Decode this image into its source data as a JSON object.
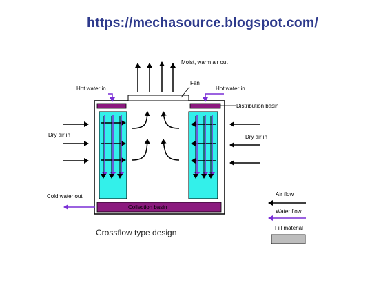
{
  "header": {
    "url": "https://mechasource.blogspot.com/"
  },
  "diagram": {
    "labels": {
      "moist_air_out": "Moist, warm air out",
      "fan": "Fan",
      "hot_water_in_left": "Hot water in",
      "hot_water_in_right": "Hot water in",
      "distribution_basin": "Distribution basin",
      "dry_air_in_left": "Dry air in",
      "dry_air_in_right": "Dry air in",
      "cold_water_out": "Cold water out",
      "collection_basin": "Collection basin",
      "caption": "Crossflow type design"
    },
    "legend": {
      "air_flow": "Air flow",
      "water_flow": "Water flow",
      "fill_material": "Fill material"
    },
    "colors": {
      "basin": "#8b1a7e",
      "fill": "#33f0ea",
      "water_arrow": "#7a2fd6",
      "air_arrow": "#000000",
      "legend_fill": "#bdbdbd",
      "url": "#2e3a8c"
    }
  }
}
